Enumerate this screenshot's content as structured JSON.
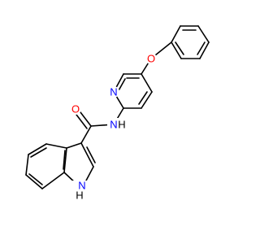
{
  "structure": {
    "colors": {
      "bond": "#000000",
      "oxygen": "#ff0000",
      "nitrogen": "#0000ff",
      "background": "#ffffff"
    },
    "atom_labels": {
      "ether_oxygen": "O",
      "pyridine_nitrogen": "N",
      "amide_oxygen": "O",
      "amide_nitrogen": "N",
      "amide_hydrogen": "H",
      "indole_nitrogen": "N",
      "indole_hydrogen": "H"
    }
  }
}
